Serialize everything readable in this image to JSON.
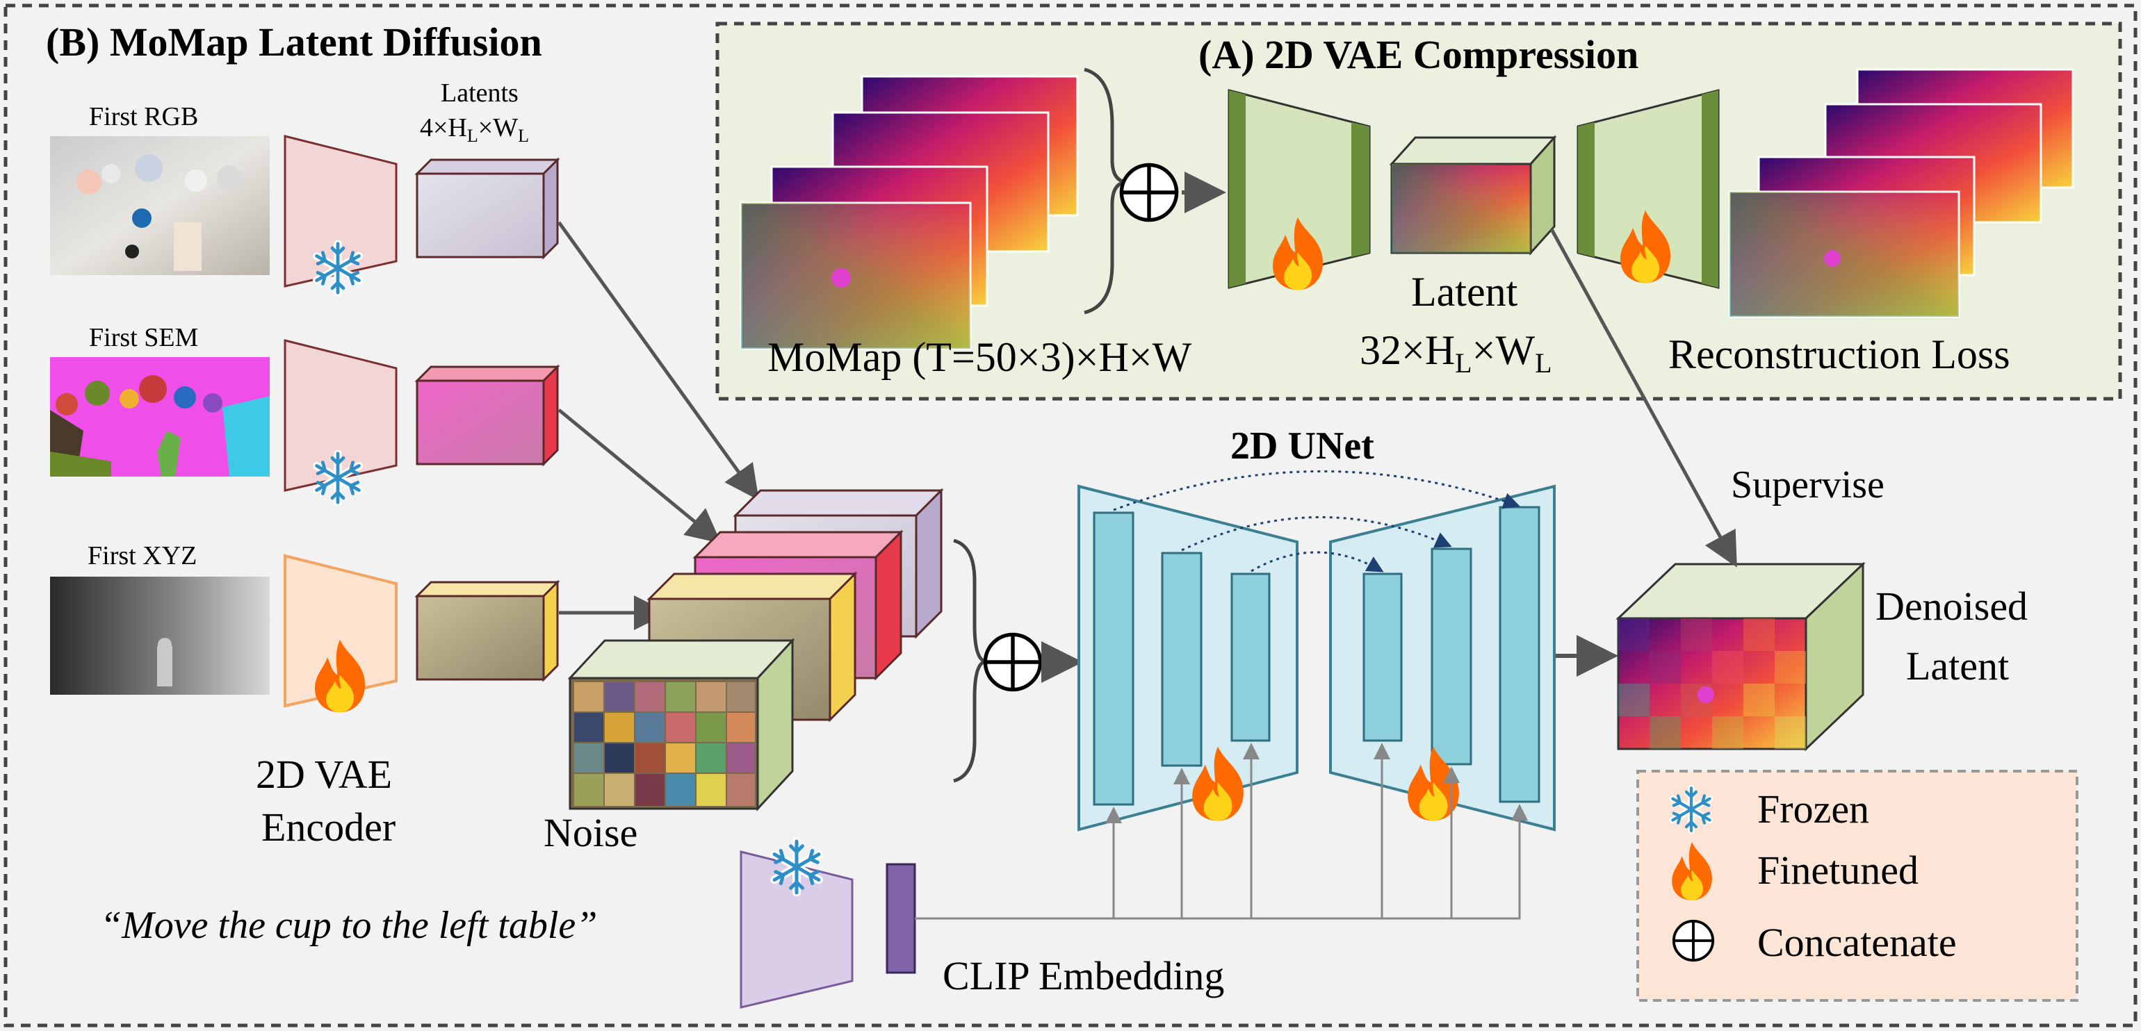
{
  "colors": {
    "background": "#f2f2f2",
    "vae_panel": "#ebf1de",
    "legend_panel": "#fce4d6",
    "encoder_frozen": "#f4d5d5",
    "encoder_train": "#fbe3d0",
    "encoder_train_border": "#f4a460",
    "vae_green": "#d6e4bc",
    "vae_dark_green": "#6b8e3a",
    "unet_fill": "#d5ecf2",
    "unet_block": "#8ecfdc",
    "unet_border": "#3b7f92",
    "clip_encoder": "#d9cde8",
    "clip_bar": "#7f62a8",
    "arrow": "#555555",
    "flame_outer": "#ff6a00",
    "flame_inner": "#ffd21a",
    "snow": "#2e8fc7"
  },
  "icons": {
    "frozen": "snowflake-icon",
    "finetuned": "flame-icon",
    "concatenate": "circled-plus-icon"
  },
  "panel_b": {
    "title": "(B) MoMap Latent Diffusion",
    "first_rgb_label": "First RGB",
    "first_sem_label": "First SEM",
    "first_xyz_label": "First XYZ",
    "latents_label_line1": "Latents",
    "latents_label_line2": "4×H",
    "latents_sub_h": "L",
    "latents_times": "×W",
    "latents_sub_w": "L",
    "encoder_label_line1": "2D VAE",
    "encoder_label_line2": "Encoder",
    "noise_label": "Noise",
    "unet_title": "2D UNet",
    "supervise_label": "Supervise",
    "denoised_line1": "Denoised",
    "denoised_line2": "Latent",
    "prompt_text": "“Move the cup to the left table”",
    "clip_label": "CLIP Embedding"
  },
  "panel_a": {
    "title": "(A) 2D VAE Compression",
    "momap_label": "MoMap (T=50×3)×H×W",
    "latent_line1": "Latent",
    "latent_line2": "32×H",
    "latent_sub_h": "L",
    "latent_times": "×W",
    "latent_sub_w": "L",
    "recon_label": "Reconstruction Loss"
  },
  "legend": {
    "frozen_label": "Frozen",
    "finetuned_label": "Finetuned",
    "concatenate_label": "Concatenate"
  }
}
